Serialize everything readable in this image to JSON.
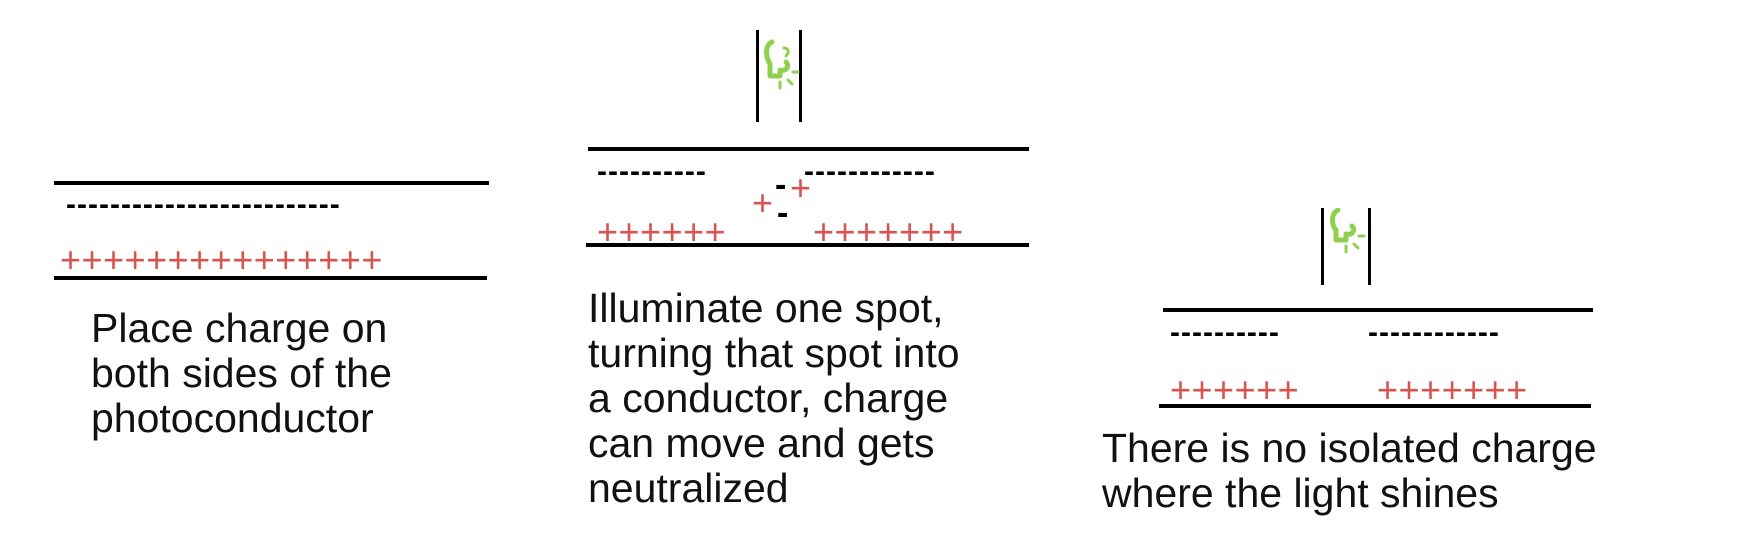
{
  "panels": [
    {
      "negative_charges": "-------------------------",
      "positive_charges": "+++++++++++++++",
      "caption": [
        "Place charge on",
        "both sides of the",
        "photoconductor"
      ]
    },
    {
      "negative_left": "----------",
      "negative_right": "------------",
      "positive_left": "++++++",
      "positive_right": "+++++++",
      "moving_plus_1": "+",
      "moving_plus_2": "+",
      "moving_minus_1": "-",
      "moving_minus_2": "-",
      "caption": [
        "Illuminate one spot,",
        "turning that spot into",
        "a conductor, charge",
        "can move and gets",
        "neutralized"
      ]
    },
    {
      "negative_left": "----------",
      "negative_right": "------------",
      "positive_left": "++++++",
      "positive_right": "+++++++",
      "caption": [
        "There is no isolated charge",
        "where the light shines"
      ]
    }
  ],
  "colors": {
    "positive": "#d9534f",
    "line": "#000000",
    "light": "#8fd14f"
  },
  "icons": [
    "light-bulb-icon"
  ]
}
